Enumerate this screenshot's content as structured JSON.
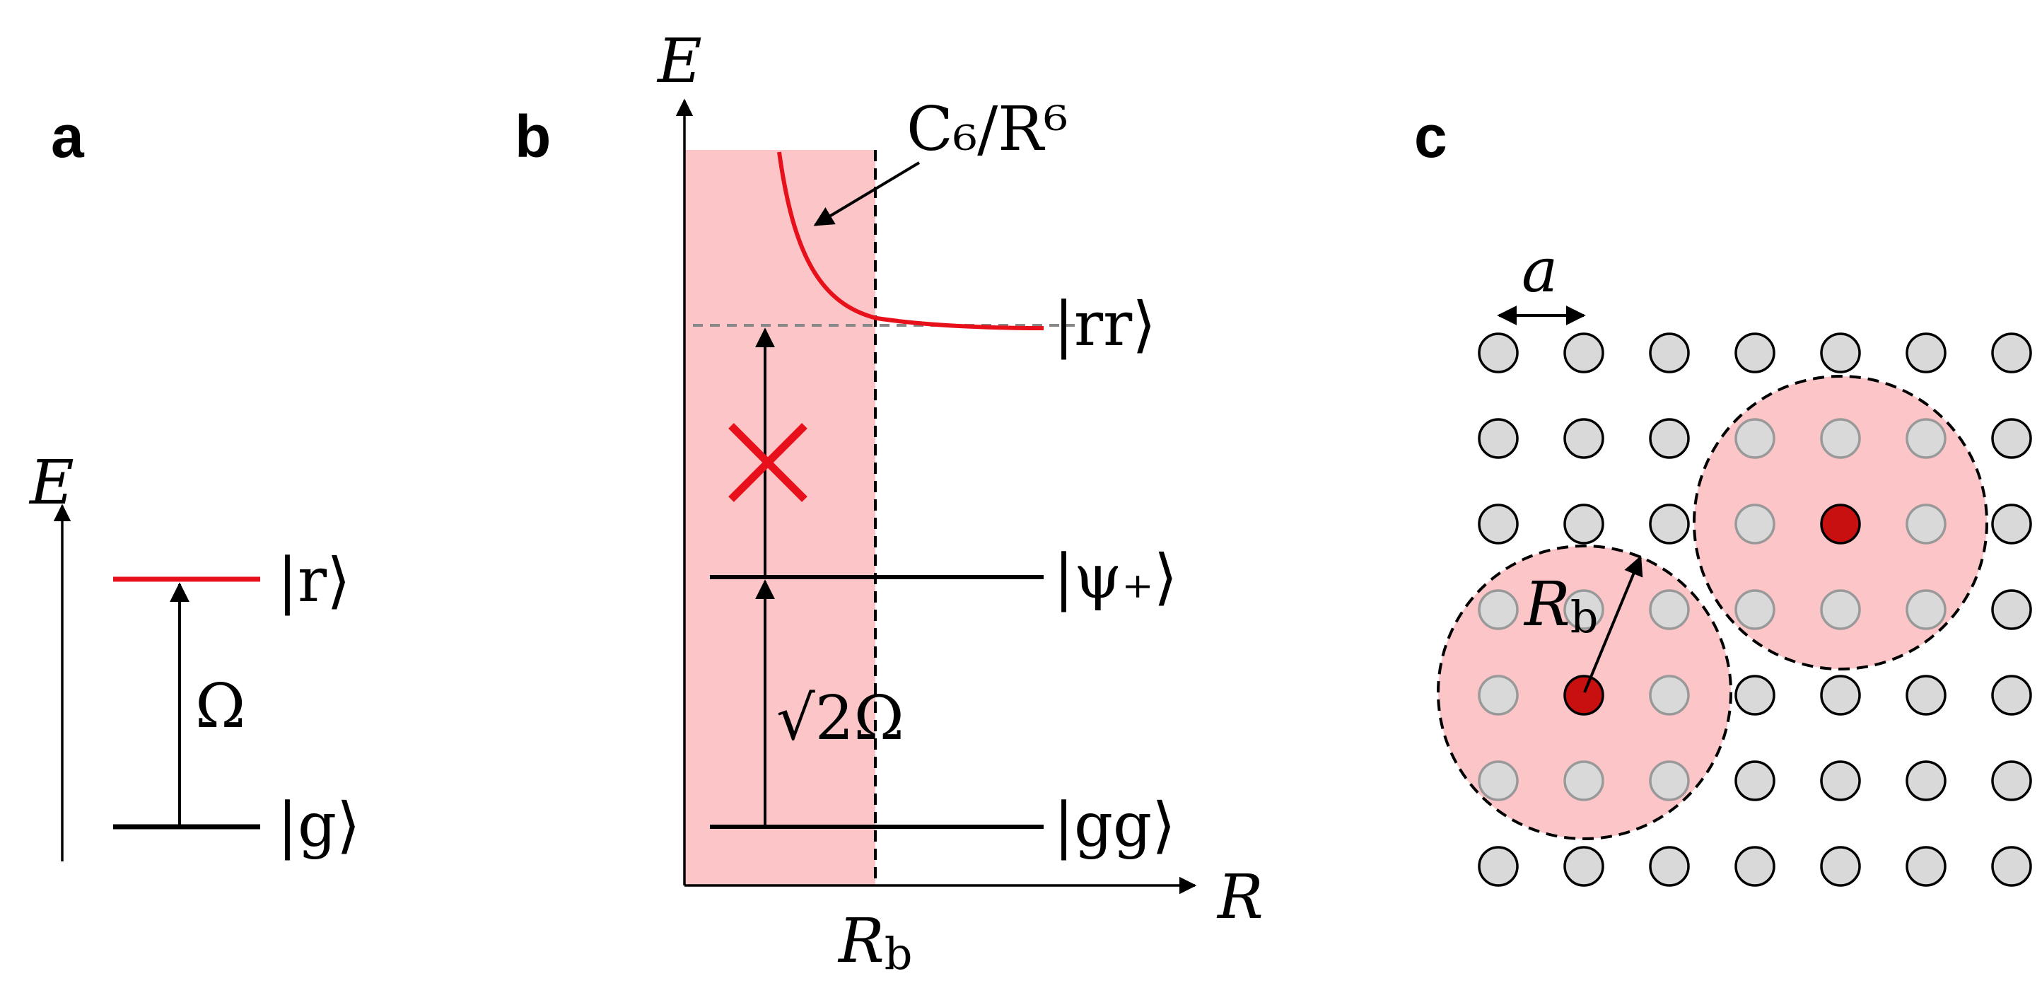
{
  "panels": {
    "a": {
      "label": "a",
      "axis_label": "E",
      "level_upper": "|r⟩",
      "level_lower": "|g⟩",
      "drive": "Ω"
    },
    "b": {
      "label": "b",
      "y_axis_label": "E",
      "x_axis_label": "R",
      "blockade_radius_label": "R",
      "blockade_radius_sub": "b",
      "curve_label": "C₆/R⁶",
      "level_rr": "|rr⟩",
      "level_psi": "|ψ₊⟩",
      "level_gg": "|gg⟩",
      "drive_sqrt": "√2Ω",
      "forbidden_mark": "✕"
    },
    "c": {
      "label": "c",
      "spacing_label": "a",
      "radius_label": "R",
      "radius_sub": "b",
      "lattice_rows": 7,
      "lattice_cols": 7,
      "excited_sites": [
        [
          4,
          1
        ],
        [
          2,
          4
        ]
      ]
    }
  },
  "colors": {
    "rydberg_red": "#e8101a",
    "blockade_fill": "#fcc6c8",
    "excited_atom": "#c81010",
    "ground_atom": "#d9d9d9",
    "dashed_gray": "#888888"
  }
}
